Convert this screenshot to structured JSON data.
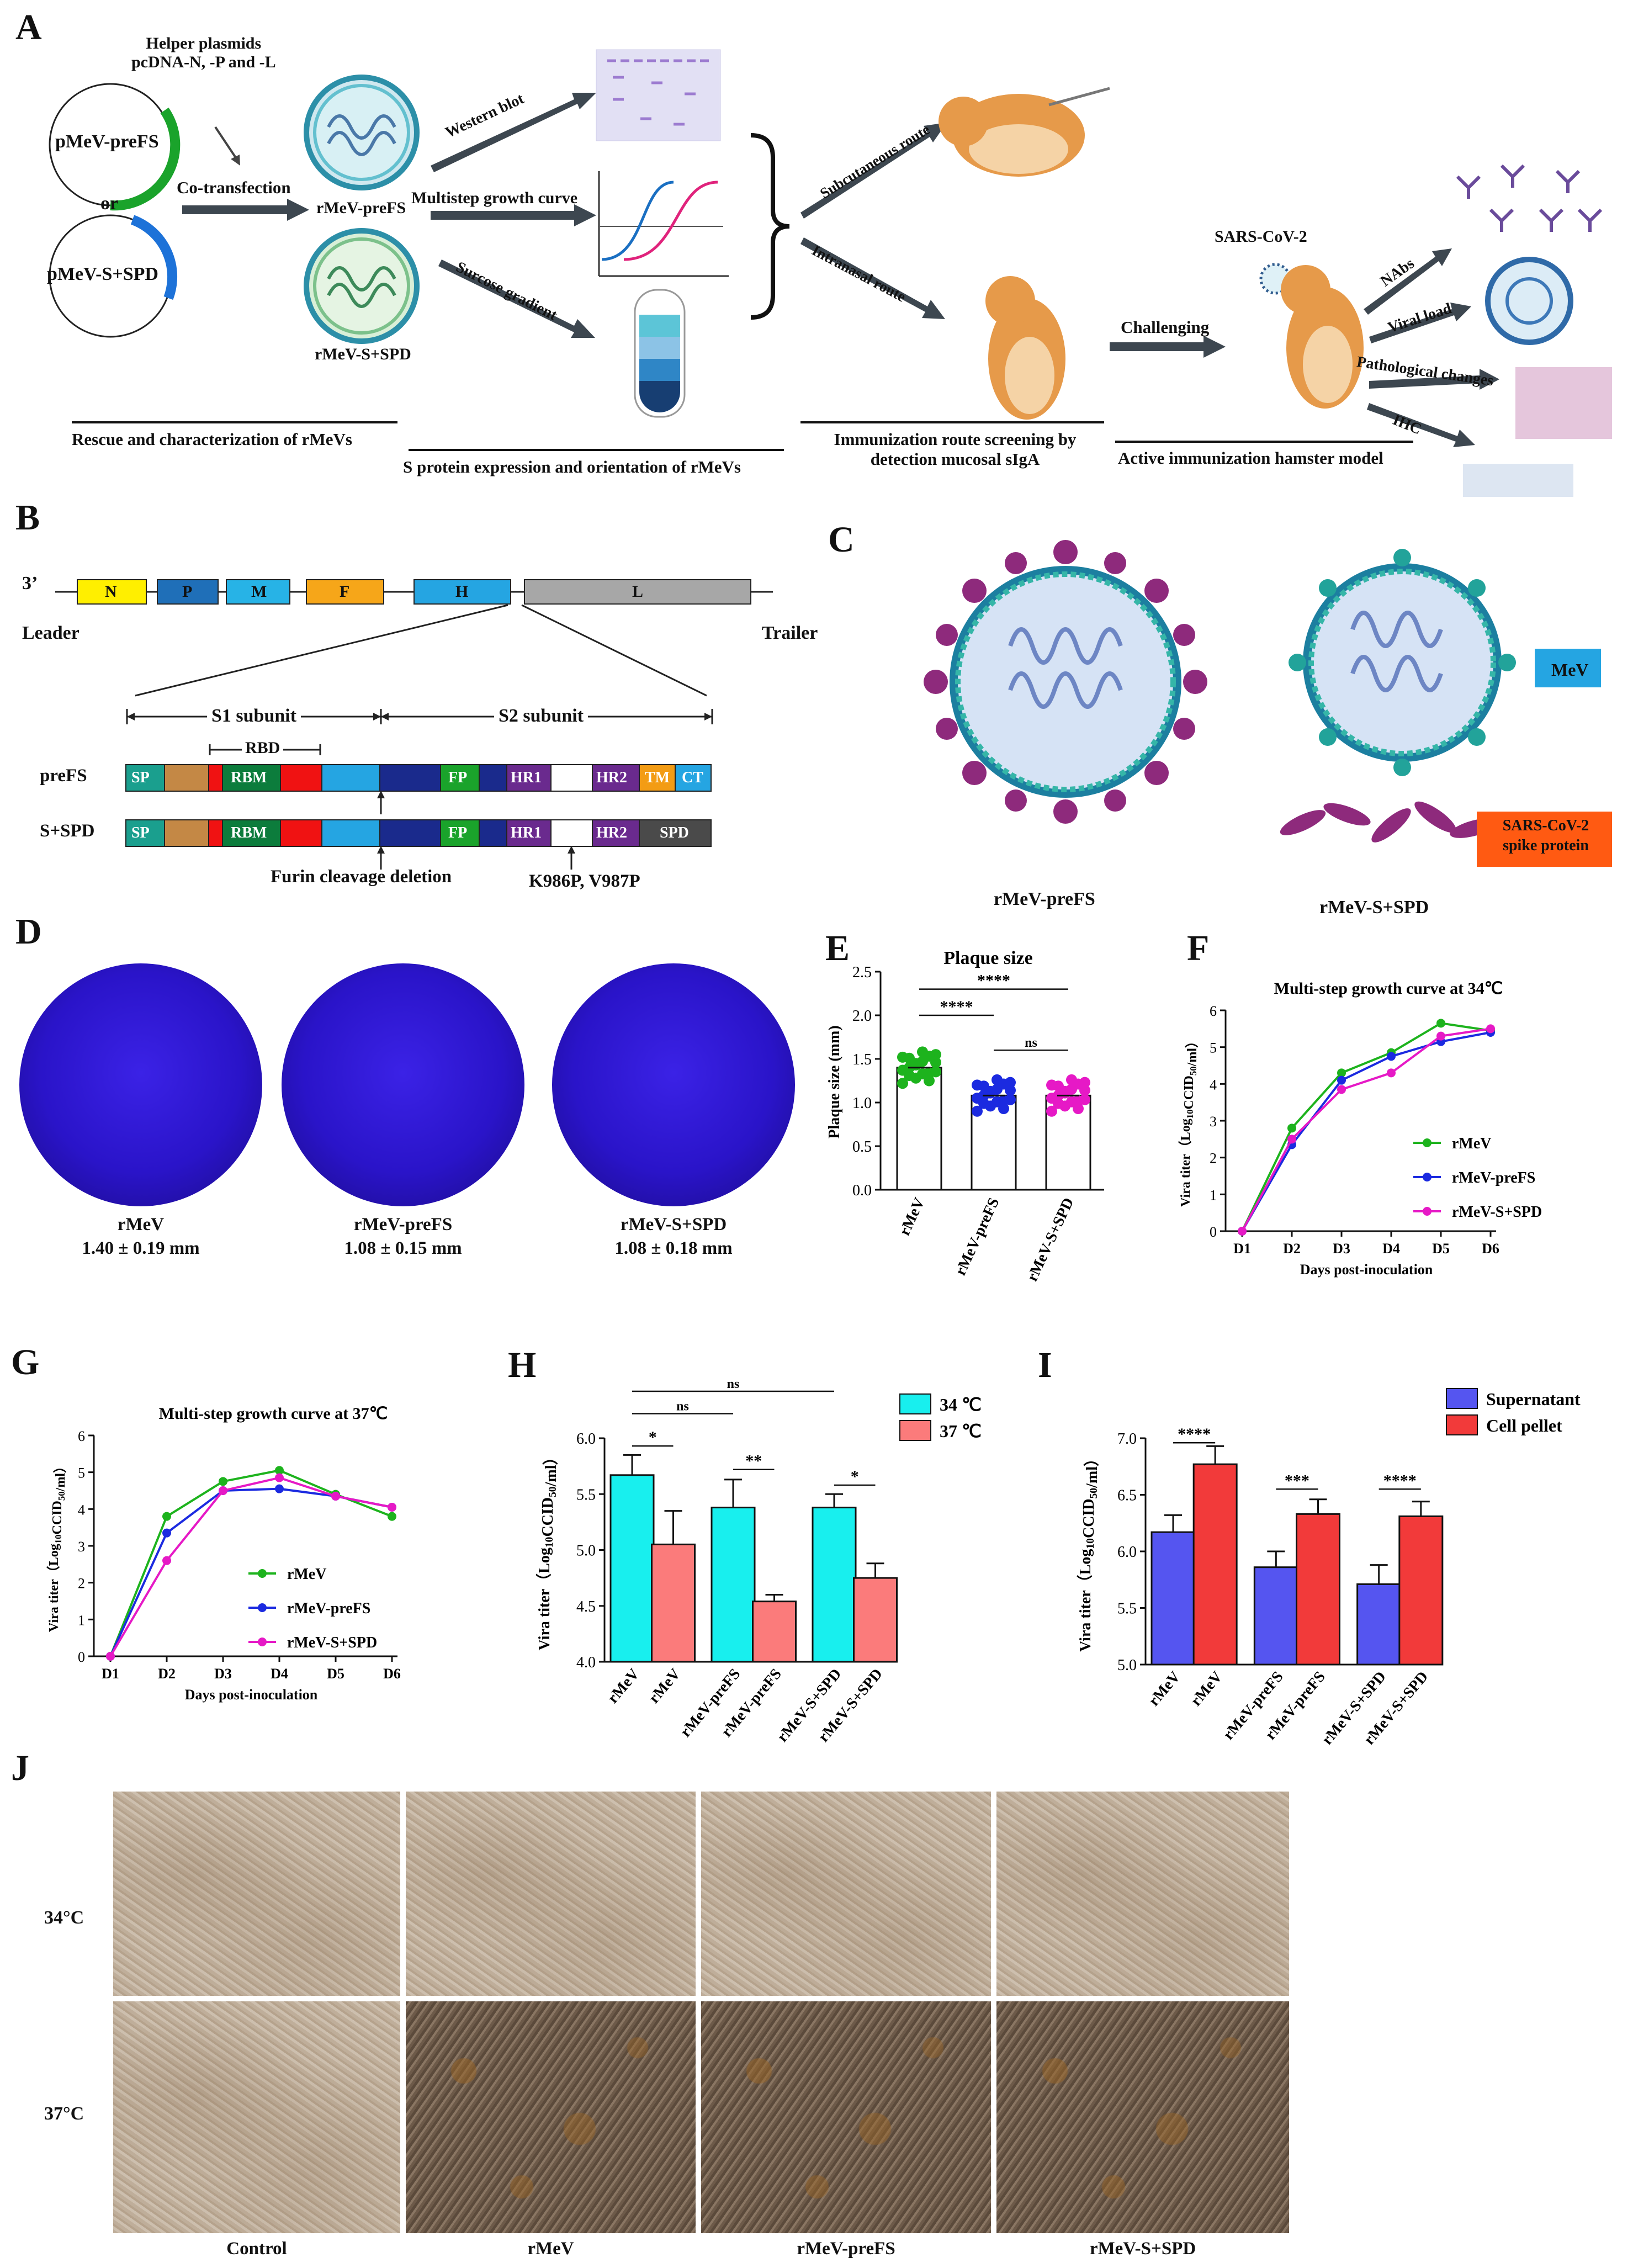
{
  "panels": {
    "A": "A",
    "B": "B",
    "C": "C",
    "D": "D",
    "E": "E",
    "F": "F",
    "G": "G",
    "H": "H",
    "I": "I",
    "J": "J"
  },
  "panelA": {
    "helper": "Helper plasmids\npcDNA-N, -P and -L",
    "plasmid1": "pMeV-preFS",
    "or": "or",
    "plasmid2": "pMeV-S+SPD",
    "cotrans": "Co-transfection",
    "virus1": "rMeV-preFS",
    "virus2": "rMeV-S+SPD",
    "western": "Western blot",
    "growth": "Multistep growth curve",
    "sucrose": "Surcose gradient",
    "subq": "Subcutaneous route",
    "intranasal": "Intranasal route",
    "sars": "SARS-CoV-2",
    "challenging": "Challenging",
    "nabs": "NAbs",
    "viral_load": "Viral load",
    "patho": "Pathological changes",
    "ihc": "IHC",
    "cap1": "Rescue and characterization of rMeVs",
    "cap2": "S protein expression and orientation of rMeVs",
    "cap3": "Immunization route screening by\ndetection mucosal sIgA",
    "cap4": "Active immunization hamster model"
  },
  "panelB": {
    "three": "3’",
    "leader": "Leader",
    "trailer": "Trailer",
    "genes": [
      {
        "t": "N",
        "c": "#ffef00"
      },
      {
        "t": "P",
        "c": "#1f6fb8"
      },
      {
        "t": "M",
        "c": "#27b3e6"
      },
      {
        "t": "F",
        "c": "#f6a619"
      },
      {
        "t": "H",
        "c": "#25a5e2"
      },
      {
        "t": "L",
        "c": "#a7a7a7"
      }
    ],
    "s1": "S1 subunit",
    "s2": "S2 subunit",
    "rbd": "RBD",
    "prefs": "preFS",
    "sspd": "S+SPD",
    "sp": "SP",
    "rbm": "RBM",
    "fp": "FP",
    "hr1": "HR1",
    "hr2": "HR2",
    "tm": "TM",
    "ct": "CT",
    "spd": "SPD",
    "furin": "Furin cleavage deletion",
    "mut": "K986P, V987P"
  },
  "panelC": {
    "mev": "MeV",
    "spike": "SARS-CoV-2\nspike protein",
    "v1": "rMeV-preFS",
    "v2": "rMeV-S+SPD"
  },
  "panelD": {
    "dishes": [
      {
        "name": "rMeV",
        "size": "1.40 ± 0.19 mm"
      },
      {
        "name": "rMeV-preFS",
        "size": "1.08 ± 0.15 mm"
      },
      {
        "name": "rMeV-S+SPD",
        "size": "1.08 ± 0.18 mm"
      }
    ]
  },
  "panelJ": {
    "rows": [
      "34°C",
      "37°C"
    ],
    "cols": [
      "Control",
      "rMeV",
      "rMeV-preFS",
      "rMeV-S+SPD"
    ]
  },
  "chart_data": [
    {
      "id": "E",
      "type": "bar",
      "title": "Plaque size",
      "ylabel": "Plaque size (mm)",
      "ylim": [
        0,
        2.5
      ],
      "yticks": [
        "0.0",
        "0.5",
        "1.0",
        "1.5",
        "2.0",
        "2.5"
      ],
      "categories": [
        "rMeV",
        "rMeV-preFS",
        "rMeV-S+SPD"
      ],
      "values": [
        1.4,
        1.08,
        1.08
      ],
      "colors": [
        "#1db31d",
        "#1b2ae0",
        "#e619c6"
      ],
      "sig": [
        "****",
        "****",
        "ns"
      ]
    },
    {
      "id": "F",
      "type": "line",
      "title": "Multi-step growth curve at 34℃",
      "ylabel": "Vira titer（Log10CCID50/ml）",
      "xlabel": "Days post-inoculation",
      "x": [
        "D1",
        "D2",
        "D3",
        "D4",
        "D5",
        "D6"
      ],
      "ylim": [
        0,
        6
      ],
      "yticks": [
        "0",
        "1",
        "2",
        "3",
        "4",
        "5",
        "6"
      ],
      "series": [
        {
          "name": "rMeV",
          "color": "#1db31d",
          "values": [
            0,
            2.8,
            4.3,
            4.85,
            5.65,
            5.45
          ]
        },
        {
          "name": "rMeV-preFS",
          "color": "#1b2ae0",
          "values": [
            0,
            2.35,
            4.1,
            4.75,
            5.15,
            5.4
          ]
        },
        {
          "name": "rMeV-S+SPD",
          "color": "#e619c6",
          "values": [
            0,
            2.5,
            3.85,
            4.3,
            5.3,
            5.5
          ]
        }
      ]
    },
    {
      "id": "G",
      "type": "line",
      "title": "Multi-step growth curve at 37℃",
      "ylabel": "Vira titer（Log10CCID50/ml）",
      "xlabel": "Days post-inoculation",
      "x": [
        "D1",
        "D2",
        "D3",
        "D4",
        "D5",
        "D6"
      ],
      "ylim": [
        0,
        6
      ],
      "yticks": [
        "0",
        "1",
        "2",
        "3",
        "4",
        "5",
        "6"
      ],
      "series": [
        {
          "name": "rMeV",
          "color": "#1db31d",
          "values": [
            0,
            3.8,
            4.75,
            5.05,
            4.4,
            3.8
          ]
        },
        {
          "name": "rMeV-preFS",
          "color": "#1b2ae0",
          "values": [
            0,
            3.35,
            4.5,
            4.55,
            4.35,
            4.05
          ]
        },
        {
          "name": "rMeV-S+SPD",
          "color": "#e619c6",
          "values": [
            0,
            2.6,
            4.5,
            4.85,
            4.35,
            4.05
          ]
        }
      ]
    },
    {
      "id": "H",
      "type": "bar",
      "ylabel": "Vira titer（Log10CCID50/ml）",
      "ylim": [
        4.0,
        6.0
      ],
      "yticks": [
        "4.0",
        "4.5",
        "5.0",
        "5.5",
        "6.0"
      ],
      "categories": [
        "rMeV",
        "rMeV",
        "rMeV-preFS",
        "rMeV-preFS",
        "rMeV-S+SPD",
        "rMeV-S+SPD"
      ],
      "values": [
        5.67,
        5.05,
        5.38,
        4.54,
        5.38,
        4.75
      ],
      "errors": [
        0.18,
        0.3,
        0.25,
        0.06,
        0.12,
        0.13
      ],
      "series": [
        {
          "name": "34 ℃",
          "color": "#18efee"
        },
        {
          "name": "37 ℃",
          "color": "#fb7b7b"
        }
      ],
      "sig": [
        "*",
        "**",
        "*",
        "ns",
        "ns"
      ]
    },
    {
      "id": "I",
      "type": "bar",
      "ylabel": "Vira titer（Log10CCID50/ml）",
      "ylim": [
        5.0,
        7.0
      ],
      "yticks": [
        "5.0",
        "5.5",
        "6.0",
        "6.5",
        "7.0"
      ],
      "categories": [
        "rMeV",
        "rMeV",
        "rMeV-preFS",
        "rMeV-preFS",
        "rMeV-S+SPD",
        "rMeV-S+SPD"
      ],
      "values": [
        6.17,
        6.77,
        5.86,
        6.33,
        5.71,
        6.31
      ],
      "errors": [
        0.15,
        0.16,
        0.14,
        0.13,
        0.17,
        0.13
      ],
      "series": [
        {
          "name": "Supernatant",
          "color": "#5555f0"
        },
        {
          "name": "Cell pellet",
          "color": "#f23a3a"
        }
      ],
      "sig": [
        "****",
        "***",
        "****"
      ]
    }
  ]
}
